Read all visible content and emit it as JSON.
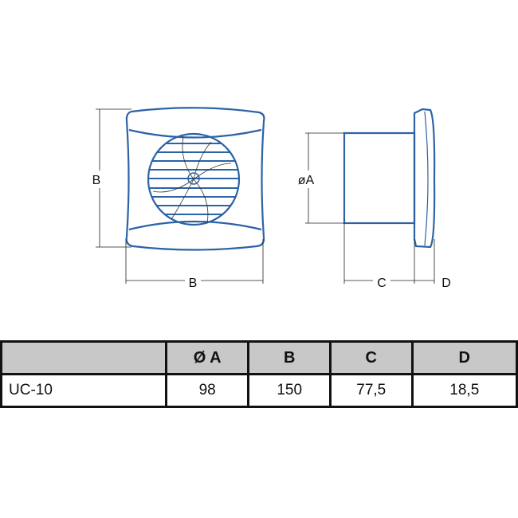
{
  "drawing": {
    "labels": {
      "front_height": "B",
      "front_width": "B",
      "diameter": "øA",
      "depth_c": "C",
      "depth_d": "D"
    },
    "colors": {
      "outline": "#2b63a6",
      "dimension": "#222222"
    }
  },
  "table": {
    "headers": [
      "",
      "Ø A",
      "B",
      "C",
      "D"
    ],
    "rows": [
      {
        "model": "UC-10",
        "a": "98",
        "b": "150",
        "c": "77,5",
        "d": "18,5"
      }
    ],
    "header_bg": "#c8c8c8"
  }
}
